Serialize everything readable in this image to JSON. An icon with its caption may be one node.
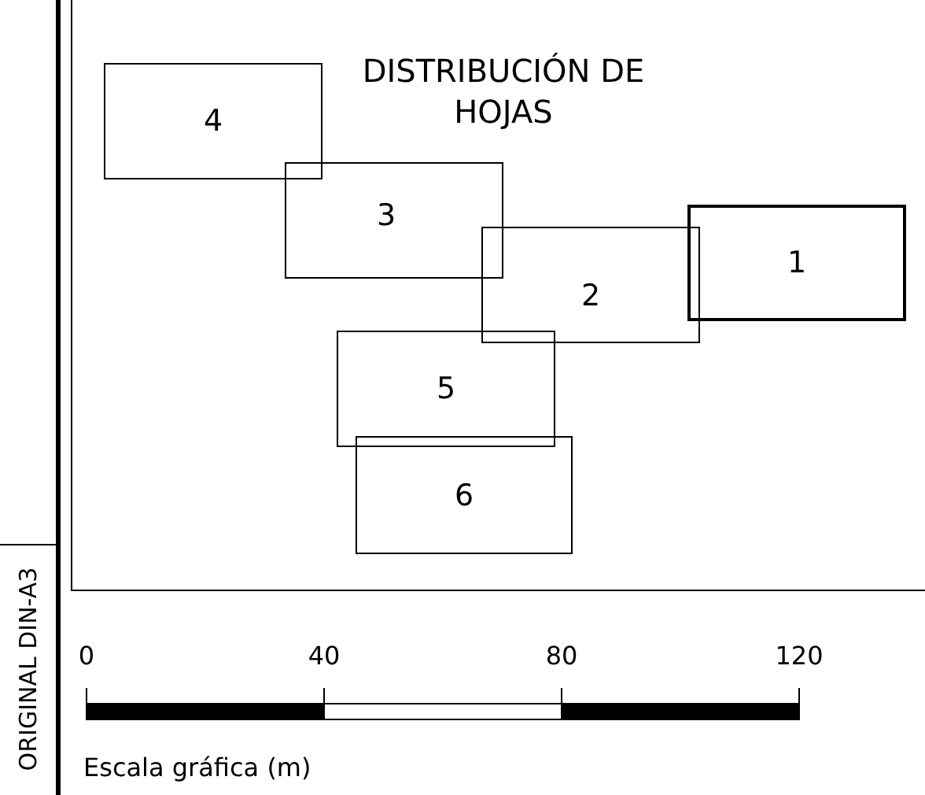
{
  "diagram": {
    "title": "DISTRIBUCIÓN DE HOJAS",
    "nodes": [
      {
        "text": [
          "4"
        ]
      },
      {
        "text": [
          "3"
        ]
      },
      {
        "text": [
          "1"
        ]
      },
      {
        "text": [
          "2"
        ]
      },
      {
        "text": [
          "5"
        ]
      },
      {
        "text": [
          "6"
        ]
      }
    ],
    "edges": [],
    "labels": [
      "0",
      "40",
      "80",
      "120",
      "Escala gráfica (m)",
      "ORIGINAL DIN-A3"
    ]
  }
}
